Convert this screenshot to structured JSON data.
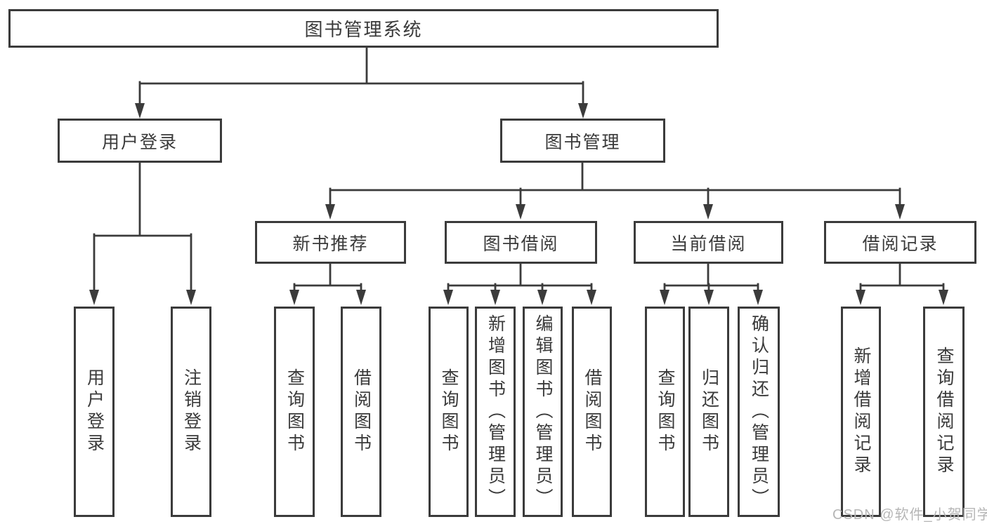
{
  "diagram": {
    "root": {
      "label": "图书管理系统"
    },
    "level2": {
      "user_login": {
        "label": "用户登录"
      },
      "book_mgmt": {
        "label": "图书管理"
      }
    },
    "level3": {
      "new_book_rec": {
        "label": "新书推荐"
      },
      "book_borrow": {
        "label": "图书借阅"
      },
      "current_borrow": {
        "label": "当前借阅"
      },
      "borrow_record": {
        "label": "借阅记录"
      }
    },
    "leaves": {
      "user_login": {
        "label": "用户登录"
      },
      "logout": {
        "label": "注销登录"
      },
      "rec_query_book": {
        "label": "查询图书"
      },
      "rec_borrow_book": {
        "label": "借阅图书"
      },
      "bb_query_book": {
        "label": "查询图书"
      },
      "bb_add_book": {
        "label": "新增图书（管理员）"
      },
      "bb_edit_book": {
        "label": "编辑图书（管理员）"
      },
      "bb_borrow_book": {
        "label": "借阅图书"
      },
      "cb_query_book": {
        "label": "查询图书"
      },
      "cb_return_book": {
        "label": "归还图书"
      },
      "cb_confirm_return": {
        "label": "确认归还（管理员）"
      },
      "br_add_record": {
        "label": "新增借阅记录"
      },
      "br_query_record": {
        "label": "查询借阅记录"
      }
    },
    "watermark": "CSDN @软件_小贺同学",
    "colors": {
      "line": "#3b3b3b",
      "text": "#3a3a3a",
      "watermark": "#b6b6b6",
      "background": "#ffffff"
    }
  }
}
